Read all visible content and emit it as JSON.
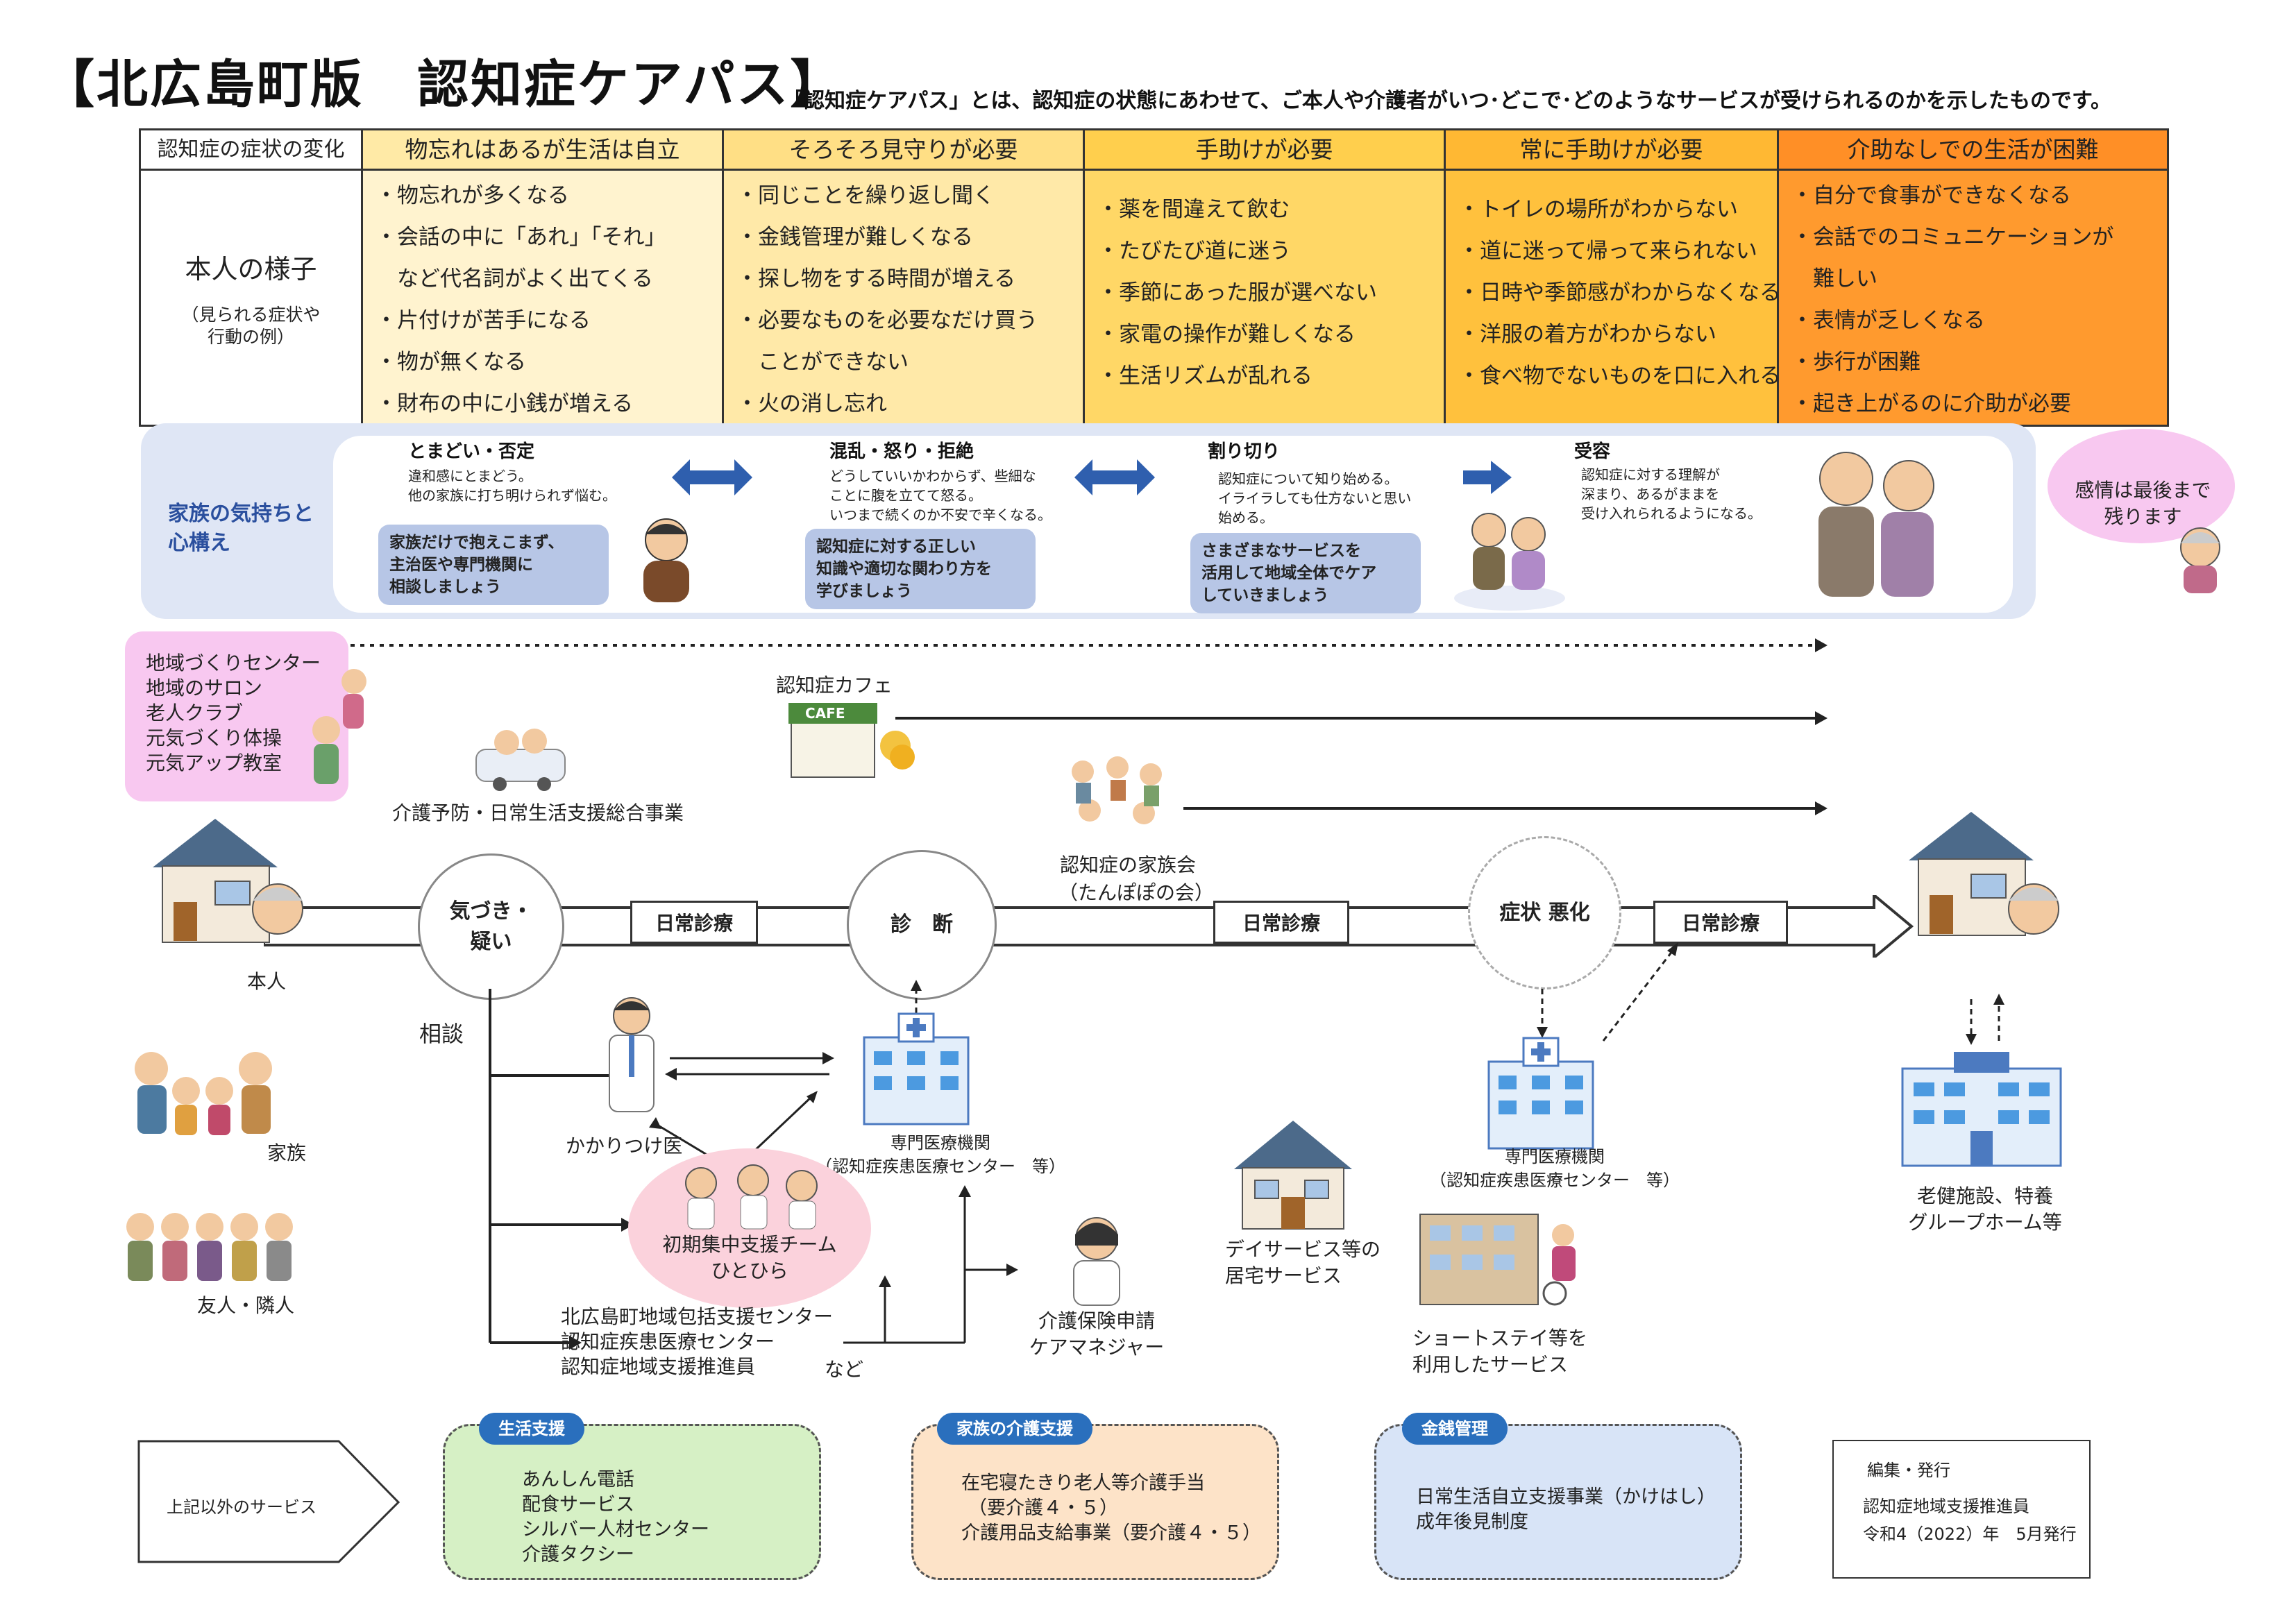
{
  "header": {
    "title": "【北広島町版　認知症ケアパス】",
    "subtitle": "「認知症ケアパス」とは、認知症の状態にあわせて、ご本人や介護者がいつ･どこで･どのようなサービスが受けられるのかを示したものです。"
  },
  "symptom_table": {
    "corner_label": "認知症の症状の変化",
    "row_label": "本人の様子",
    "row_sublabel_1": "（見られる症状や",
    "row_sublabel_2": "行動の例）",
    "stages": [
      {
        "title": "物忘れはあるが生活は自立",
        "color": "#fff3cf",
        "header_color": "#ffeaa6",
        "items": [
          "・物忘れが多くなる",
          "・会話の中に「あれ」「それ」",
          "　など代名詞がよく出てくる",
          "・片付けが苦手になる",
          "・物が無くなる",
          "・財布の中に小銭が増える"
        ]
      },
      {
        "title": "そろそろ見守りが必要",
        "color": "#ffe9a8",
        "header_color": "#ffdf85",
        "items": [
          "・同じことを繰り返し聞く",
          "・金銭管理が難しくなる",
          "・探し物をする時間が増える",
          "・必要なものを必要なだけ買う",
          "　ことができない",
          "・火の消し忘れ"
        ]
      },
      {
        "title": "手助けが必要",
        "color": "#ffd766",
        "header_color": "#ffcf4d",
        "items": [
          "・薬を間違えて飲む",
          "・たびたび道に迷う",
          "・季節にあった服が選べない",
          "・家電の操作が難しくなる",
          "・生活リズムが乱れる"
        ]
      },
      {
        "title": "常に手助けが必要",
        "color": "#ffc13d",
        "header_color": "#ffb833",
        "items": [
          "・トイレの場所がわからない",
          "・道に迷って帰って来られない",
          "・日時や季節感がわからなくなる",
          "・洋服の着方がわからない",
          "・食べ物でないものを口に入れる"
        ]
      },
      {
        "title": "介助なしでの生活が困難",
        "color": "#ff9a2e",
        "header_color": "#ff8f26",
        "items": [
          "・自分で食事ができなくなる",
          "・会話でのコミュニケーションが",
          "　難しい",
          "・表情が乏しくなる",
          "・歩行が困難",
          "・起き上がるのに介助が必要"
        ]
      }
    ]
  },
  "family": {
    "label_1": "家族の気持ちと",
    "label_2": "心構え",
    "stages": [
      {
        "title": "とまどい・否定",
        "desc_1": "違和感にとまどう。",
        "desc_2": "他の家族に打ち明けられず悩む。",
        "desc_3": "",
        "advice_1": "家族だけで抱えこまず、",
        "advice_2": "主治医や専門機関に",
        "advice_3": "相談しましょう"
      },
      {
        "title": "混乱・怒り・拒絶",
        "desc_1": "どうしていいかわからず、些細な",
        "desc_2": "ことに腹を立てて怒る。",
        "desc_3": "いつまで続くのか不安で辛くなる。",
        "advice_1": "認知症に対する正しい",
        "advice_2": "知識や適切な関わり方を",
        "advice_3": "学びましょう"
      },
      {
        "title": "割り切り",
        "desc_1": "認知症について知り始める。",
        "desc_2": "イライラしても仕方ないと思い",
        "desc_3": "始める。",
        "advice_1": "さまざまなサービスを",
        "advice_2": "活用して地域全体でケア",
        "advice_3": "していきましょう"
      },
      {
        "title": "受容",
        "desc_1": "認知症に対する理解が",
        "desc_2": "深まり、あるがままを",
        "desc_3": "受け入れられるようになる。",
        "advice_1": "",
        "advice_2": "",
        "advice_3": ""
      }
    ],
    "bubble_1": "感情は最後まで",
    "bubble_2": "残ります"
  },
  "community": {
    "lines": [
      "地域づくりセンター",
      "地域のサロン",
      "老人クラブ",
      "元気づくり体操",
      "元気アップ教室"
    ],
    "support_project": "介護予防・日常生活支援総合事業",
    "cafe": "認知症カフェ",
    "cafe_sign": "CAFE",
    "family_assoc_1": "認知症の家族会",
    "family_assoc_2": "（たんぽぽの会）"
  },
  "flow": {
    "person": "本人",
    "notice_1": "気づき・",
    "notice_2": "疑い",
    "routine_1": "日常診療",
    "diagnosis": "診　断",
    "routine_2": "日常診療",
    "worse": "症状 悪化",
    "routine_3": "日常診療",
    "consult": "相談",
    "family": "家族",
    "friends": "友人・隣人",
    "doctor": "かかりつけ医",
    "specialist_1": "専門医療機関",
    "specialist_2": "（認知症疾患医療センター　等）",
    "specialist_b1": "専門医療機関",
    "specialist_b2": "（認知症疾患医療センター　等）",
    "team_1": "初期集中支援チーム",
    "team_2": "ひとひら",
    "center_1": "北広島町地域包括支援センター",
    "center_2": "認知症疾患医療センター",
    "center_3": "認知症地域支援推進員",
    "center_etc": "など",
    "care_manager_1": "介護保険申請",
    "care_manager_2": "ケアマネジャー",
    "day_service_1": "デイサービス等の",
    "day_service_2": "居宅サービス",
    "short_stay_1": "ショートステイ等を",
    "short_stay_2": "利用したサービス",
    "facility_1": "老健施設、特養",
    "facility_2": "グループホーム等"
  },
  "services": {
    "other_label": "上記以外のサービス",
    "boxes": [
      {
        "tag": "生活支援",
        "tag_color": "#2a6fbd",
        "bg": "#d6f0c5",
        "lines": [
          "あんしん電話",
          "配食サービス",
          "シルバー人材センター",
          "介護タクシー"
        ]
      },
      {
        "tag": "家族の介護支援",
        "tag_color": "#2a6fbd",
        "bg": "#fde3c8",
        "lines": [
          "在宅寝たきり老人等介護手当",
          "（要介護４・５）",
          "介護用品支給事業（要介護４・５）"
        ]
      },
      {
        "tag": "金銭管理",
        "tag_color": "#2a6fbd",
        "bg": "#d8e4f7",
        "lines": [
          "日常生活自立支援事業（かけはし）",
          "成年後見制度"
        ]
      }
    ]
  },
  "footer": {
    "line_1": "編集・発行",
    "line_2": "認知症地域支援推進員",
    "line_3": "令和4（2022）年　5月発行"
  }
}
